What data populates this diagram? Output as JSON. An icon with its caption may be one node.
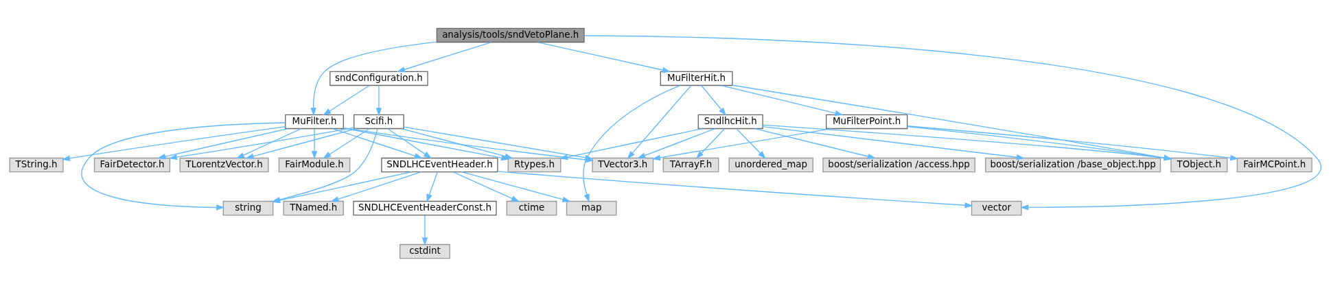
{
  "diagram": {
    "nodes": [
      {
        "text": [
          "analysis/tools/sndVetoPlane.h"
        ]
      },
      {
        "text": [
          "sndConfiguration.h"
        ]
      },
      {
        "text": [
          "MuFilterHit.h"
        ]
      },
      {
        "text": [
          "MuFilter.h"
        ]
      },
      {
        "text": [
          "Scifi.h"
        ]
      },
      {
        "text": [
          "SndlhcHit.h"
        ]
      },
      {
        "text": [
          "MuFilterPoint.h"
        ]
      },
      {
        "text": [
          "TString.h"
        ]
      },
      {
        "text": [
          "SNDLHCEventHeader.h"
        ]
      },
      {
        "text": [
          "TLorentzVector.h"
        ]
      },
      {
        "text": [
          "FairModule.h"
        ]
      },
      {
        "text": [
          "FairDetector.h"
        ]
      },
      {
        "text": [
          "Rtypes.h"
        ]
      },
      {
        "text": [
          "TVector3.h"
        ]
      },
      {
        "text": [
          "unordered_map"
        ]
      },
      {
        "text": [
          "boost/serialization /access.hpp"
        ]
      },
      {
        "text": [
          "boost/serialization /base_object.hpp"
        ]
      },
      {
        "text": [
          "TArrayF.h"
        ]
      },
      {
        "text": [
          "FairMCPoint.h"
        ]
      },
      {
        "text": [
          "TObject.h"
        ]
      },
      {
        "text": [
          "vector"
        ]
      },
      {
        "text": [
          "ctime"
        ]
      },
      {
        "text": [
          "TNamed.h"
        ]
      },
      {
        "text": [
          "SNDLHCEventHeaderConst.h"
        ]
      },
      {
        "text": [
          "string"
        ]
      },
      {
        "text": [
          "map"
        ]
      },
      {
        "text": [
          "cstdint"
        ]
      }
    ],
    "edges": [
      {
        "from": 0,
        "to": 20,
        "arrow": "to"
      },
      {
        "from": 0,
        "to": 3,
        "arrow": "to"
      },
      {
        "from": 0,
        "to": 1,
        "arrow": "to"
      },
      {
        "from": 0,
        "to": 2,
        "arrow": "to"
      },
      {
        "from": 1,
        "to": 3,
        "arrow": "to"
      },
      {
        "from": 1,
        "to": 4,
        "arrow": "to"
      },
      {
        "from": 2,
        "to": 5,
        "arrow": "to"
      },
      {
        "from": 2,
        "to": 6,
        "arrow": "to"
      },
      {
        "from": 2,
        "to": 13,
        "arrow": "to"
      },
      {
        "from": 2,
        "to": 19,
        "arrow": "to"
      },
      {
        "from": 2,
        "to": 25,
        "arrow": "to"
      },
      {
        "from": 3,
        "to": 7,
        "arrow": "to"
      },
      {
        "from": 3,
        "to": 8,
        "arrow": "to"
      },
      {
        "from": 3,
        "to": 9,
        "arrow": "to"
      },
      {
        "from": 3,
        "to": 10,
        "arrow": "to"
      },
      {
        "from": 3,
        "to": 11,
        "arrow": "to"
      },
      {
        "from": 3,
        "to": 12,
        "arrow": "to"
      },
      {
        "from": 3,
        "to": 13,
        "arrow": "to"
      },
      {
        "from": 3,
        "to": 24,
        "arrow": "to"
      },
      {
        "from": 4,
        "to": 8,
        "arrow": "to"
      },
      {
        "from": 4,
        "to": 9,
        "arrow": "to"
      },
      {
        "from": 4,
        "to": 10,
        "arrow": "to"
      },
      {
        "from": 4,
        "to": 11,
        "arrow": "to"
      },
      {
        "from": 4,
        "to": 12,
        "arrow": "to"
      },
      {
        "from": 4,
        "to": 13,
        "arrow": "to"
      },
      {
        "from": 4,
        "to": 24,
        "arrow": "to"
      },
      {
        "from": 5,
        "to": 12,
        "arrow": "to"
      },
      {
        "from": 5,
        "to": 13,
        "arrow": "to"
      },
      {
        "from": 5,
        "to": 14,
        "arrow": "to"
      },
      {
        "from": 5,
        "to": 15,
        "arrow": "to"
      },
      {
        "from": 5,
        "to": 16,
        "arrow": "to"
      },
      {
        "from": 5,
        "to": 17,
        "arrow": "to"
      },
      {
        "from": 5,
        "to": 19,
        "arrow": "to"
      },
      {
        "from": 6,
        "to": 13,
        "arrow": "to"
      },
      {
        "from": 6,
        "to": 18,
        "arrow": "to"
      },
      {
        "from": 6,
        "to": 19,
        "arrow": "to"
      },
      {
        "from": 8,
        "to": 20,
        "arrow": "to"
      },
      {
        "from": 8,
        "to": 21,
        "arrow": "to"
      },
      {
        "from": 8,
        "to": 22,
        "arrow": "to"
      },
      {
        "from": 8,
        "to": 23,
        "arrow": "to"
      },
      {
        "from": 8,
        "to": 24,
        "arrow": "to"
      },
      {
        "from": 8,
        "to": 25,
        "arrow": "to"
      },
      {
        "from": 23,
        "to": 26,
        "arrow": "to"
      }
    ]
  }
}
